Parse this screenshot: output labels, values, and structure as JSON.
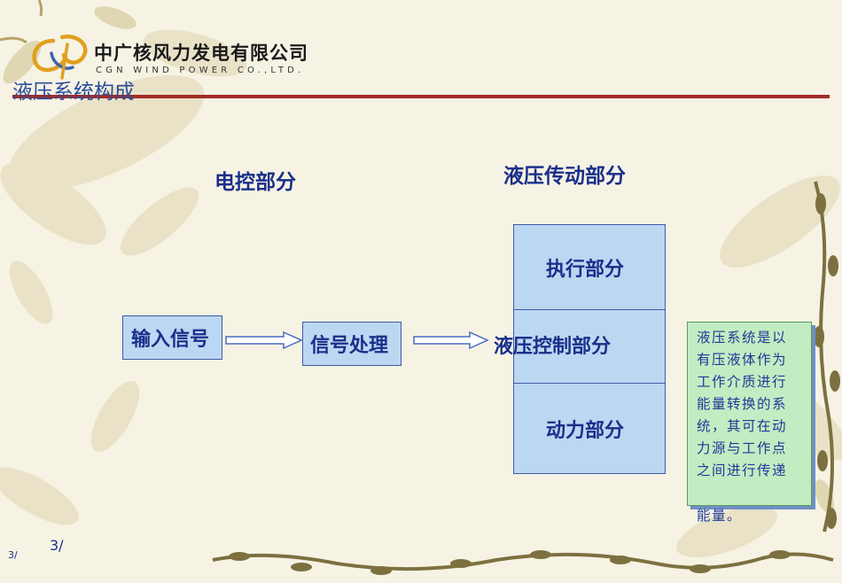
{
  "logo": {
    "name_cn": "中广核风力发电有限公司",
    "name_en": "CGN WIND POWER CO.,LTD."
  },
  "slide_title": "液压系统构成",
  "sections": {
    "electric_control": "电控部分",
    "hydraulic_transmission": "液压传动部分"
  },
  "flow": {
    "input_signal": "输入信号",
    "signal_processing": "信号处理",
    "hydraulic_control": "液压控制部分"
  },
  "hydraulic_parts": {
    "actuator": "执行部分",
    "power": "动力部分"
  },
  "note": {
    "lines": [
      "液压系统是以",
      "有压液体作为",
      "工作介质进行",
      "能量转换的系",
      "统，其可在动",
      "力源与工作点",
      "之间进行传递",
      "能量。"
    ]
  },
  "page_number": {
    "main": "3/",
    "corner": "3/"
  },
  "colors": {
    "accent_bar": "#a32a25",
    "title_text": "#2a4d9c",
    "label_text": "#1a2f8a",
    "box_fill": "#bcd7f1",
    "note_fill": "#c3ecc2"
  }
}
